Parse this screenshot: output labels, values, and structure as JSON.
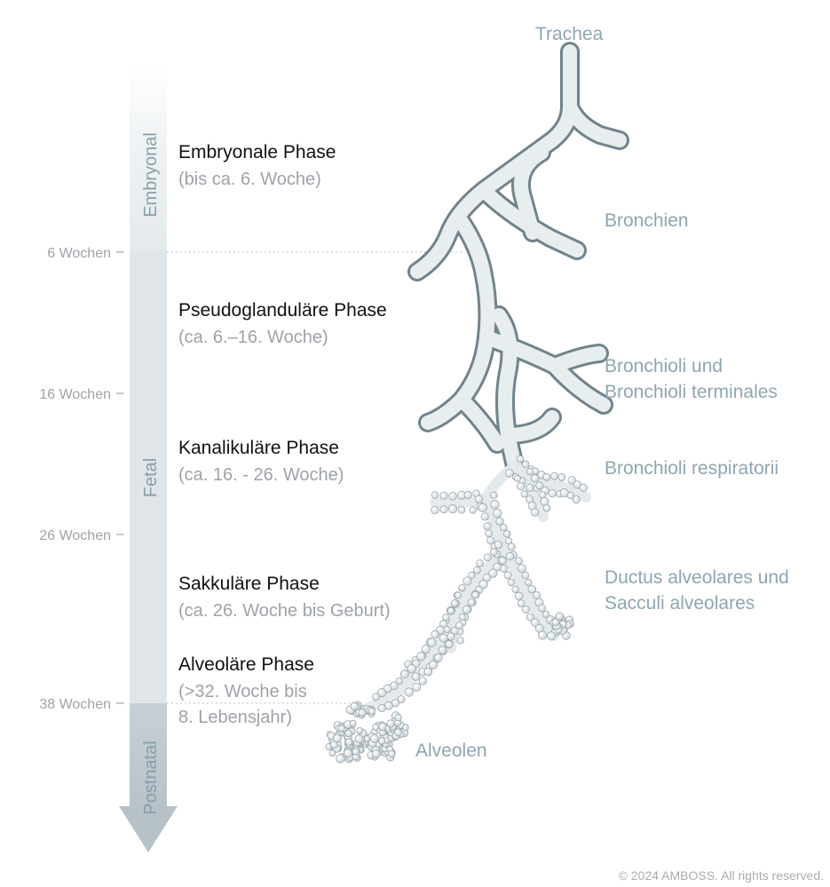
{
  "timeline": {
    "eras": [
      {
        "key": "embryonal",
        "label": "Embryonal"
      },
      {
        "key": "fetal",
        "label": "Fetal"
      },
      {
        "key": "postnatal",
        "label": "Postnatal"
      }
    ],
    "ticks": [
      {
        "label": "6 Wochen"
      },
      {
        "label": "16 Wochen"
      },
      {
        "label": "26 Wochen"
      },
      {
        "label": "38 Wochen"
      }
    ]
  },
  "phases": [
    {
      "title": "Embryonale Phase",
      "sub": [
        "(bis ca. 6. Woche)"
      ]
    },
    {
      "title": "Pseudoglanduläre Phase",
      "sub": [
        "(ca. 6.–16. Woche)"
      ]
    },
    {
      "title": "Kanalikuläre Phase",
      "sub": [
        "(ca. 16. - 26. Woche)"
      ]
    },
    {
      "title": "Sakkuläre Phase",
      "sub": [
        "(ca. 26. Woche bis Geburt)"
      ]
    },
    {
      "title": "Alveoläre Phase",
      "sub": [
        "(>32. Woche bis",
        "8. Lebensjahr)"
      ]
    }
  ],
  "structures": [
    {
      "key": "trachea",
      "lines": [
        "Trachea"
      ]
    },
    {
      "key": "bronchien",
      "lines": [
        "Bronchien"
      ]
    },
    {
      "key": "bronchioli",
      "lines": [
        "Bronchioli und",
        "Bronchioli terminales"
      ]
    },
    {
      "key": "respiratorii",
      "lines": [
        "Bronchioli respiratorii"
      ]
    },
    {
      "key": "ductus",
      "lines": [
        "Ductus alveolares und",
        "Sacculi alveolares"
      ]
    },
    {
      "key": "alveolen",
      "lines": [
        "Alveolen"
      ]
    }
  ],
  "copyright": "© 2024 AMBOSS. All rights reserved.",
  "colors": {
    "arrow_light": "#eaeef1",
    "arrow_mid": "#dde3e7",
    "arrow_dark": "#c9d2d8",
    "arrow_head": "#b9c4cb",
    "airway_fill": "#e9eef1",
    "airway_edge": "#6e7f88",
    "bubble_fill": "#eef1f3",
    "bubble_edge": "#9aa7ae"
  }
}
